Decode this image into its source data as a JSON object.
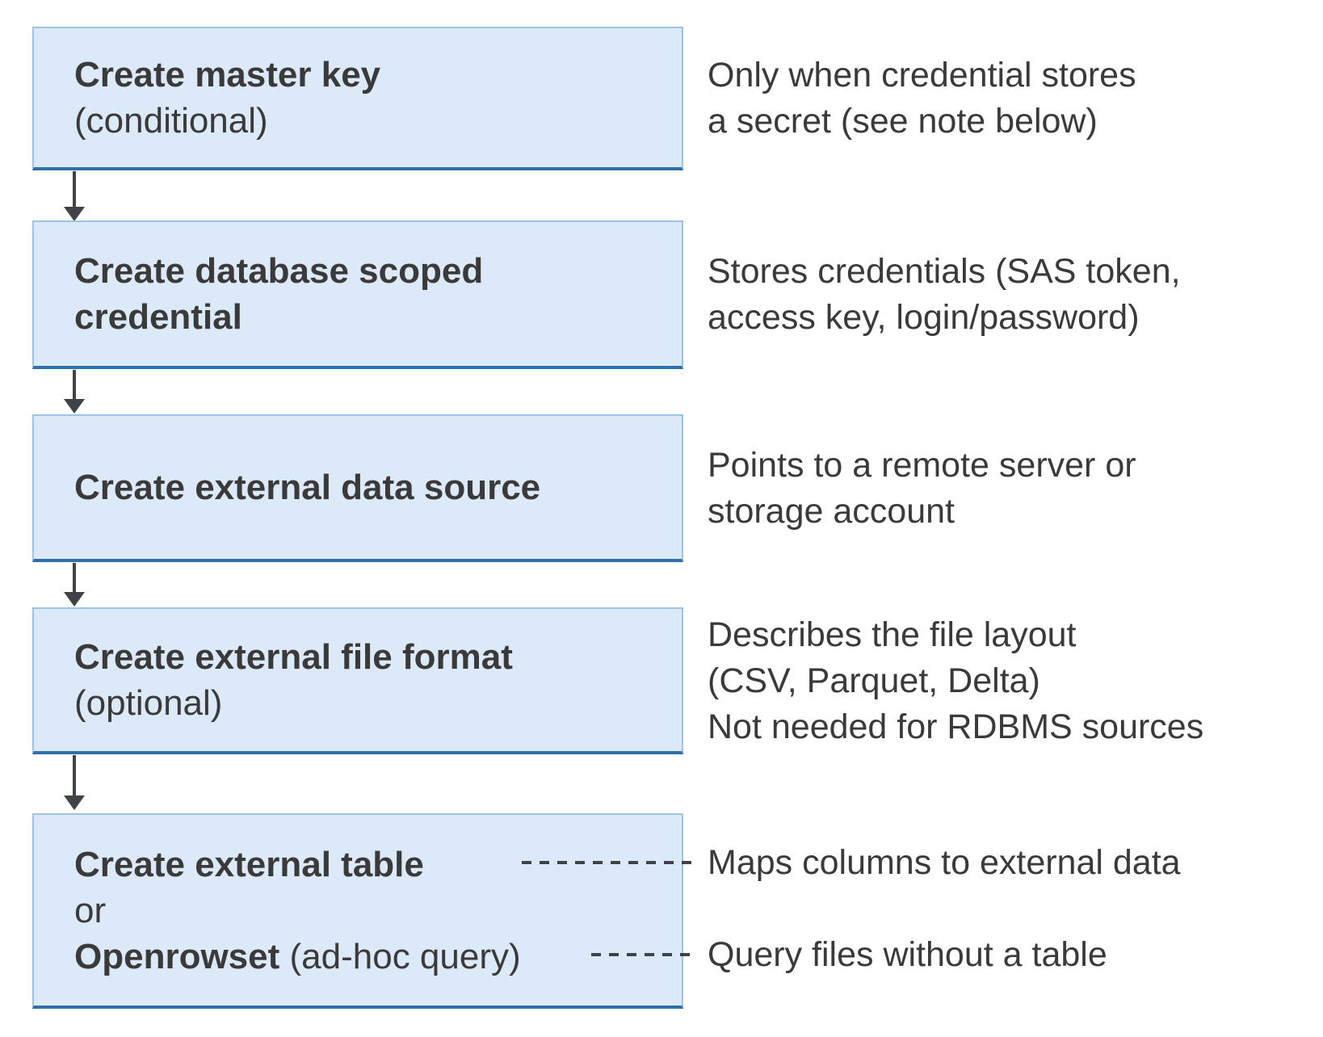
{
  "colors": {
    "background": "#ffffff",
    "box_fill": "#dce9f8",
    "box_border": "#9dc3e6",
    "box_border_bottom": "#2e6fac",
    "arrow": "#3f4347",
    "text": "#3a3a3a"
  },
  "steps": [
    {
      "title": "Create master key",
      "qualifier": "(conditional)",
      "note_lines": [
        "Only when credential stores",
        "a secret (see note below)"
      ]
    },
    {
      "title_lines": [
        "Create database scoped",
        "credential"
      ],
      "note_lines": [
        "Stores credentials (SAS token,",
        "access key, login/password)"
      ]
    },
    {
      "title": "Create external data source",
      "note_lines": [
        "Points to a remote server or",
        "storage account"
      ]
    },
    {
      "title": "Create external file format",
      "qualifier": "(optional)",
      "note_lines": [
        "Describes the file layout",
        "(CSV, Parquet, Delta)",
        "Not needed for RDBMS sources"
      ]
    },
    {
      "title_bold": "Create external table",
      "or_label": "or",
      "alt_bold": "Openrowset",
      "alt_regular": " (ad-hoc query)",
      "note_table": "Maps columns to external data",
      "note_openrowset": "Query files without a table"
    }
  ]
}
